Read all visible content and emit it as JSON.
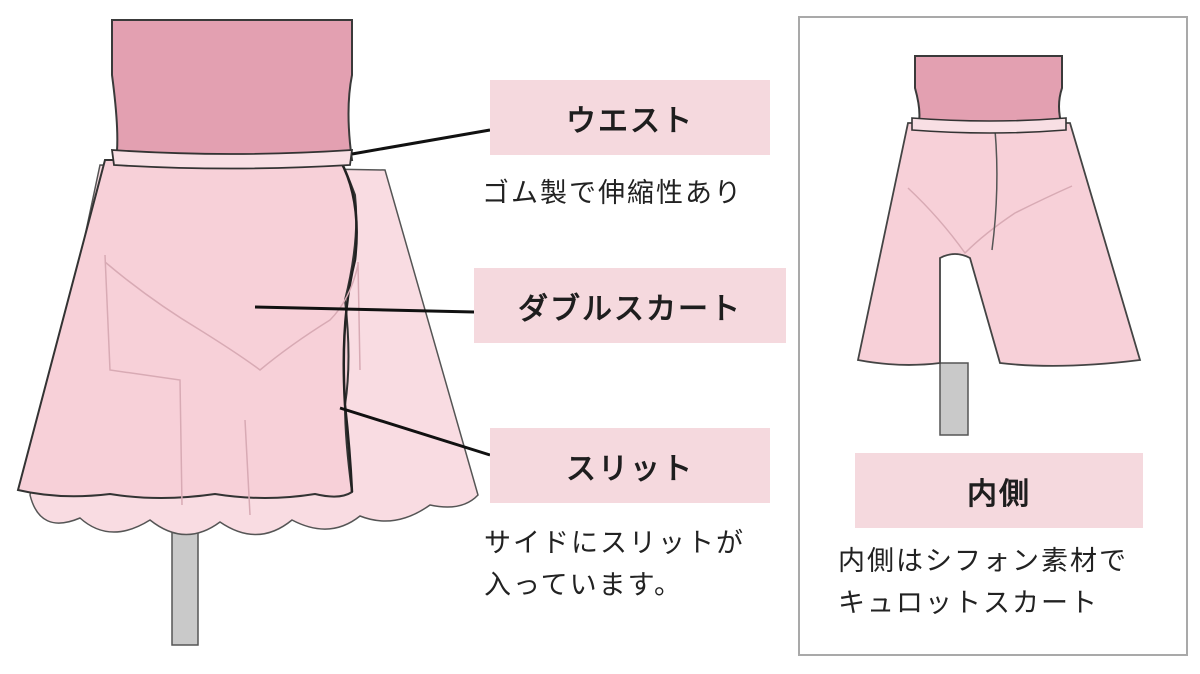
{
  "labels": {
    "waist": "ウエスト",
    "double_skirt": "ダブルスカート",
    "slit": "スリット",
    "inner": "内側"
  },
  "descriptions": {
    "waist": "ゴム製で伸縮性あり",
    "slit_line1": "サイドにスリットが",
    "slit_line2": "入っています。",
    "inner_line1": "内側はシフォン素材で",
    "inner_line2": "キュロットスカート"
  },
  "colors": {
    "label_bg": "#f5d9de",
    "leotard": "#e3a0b1",
    "skirt": "#f7d0d8",
    "frame": "#a9a9a9"
  }
}
